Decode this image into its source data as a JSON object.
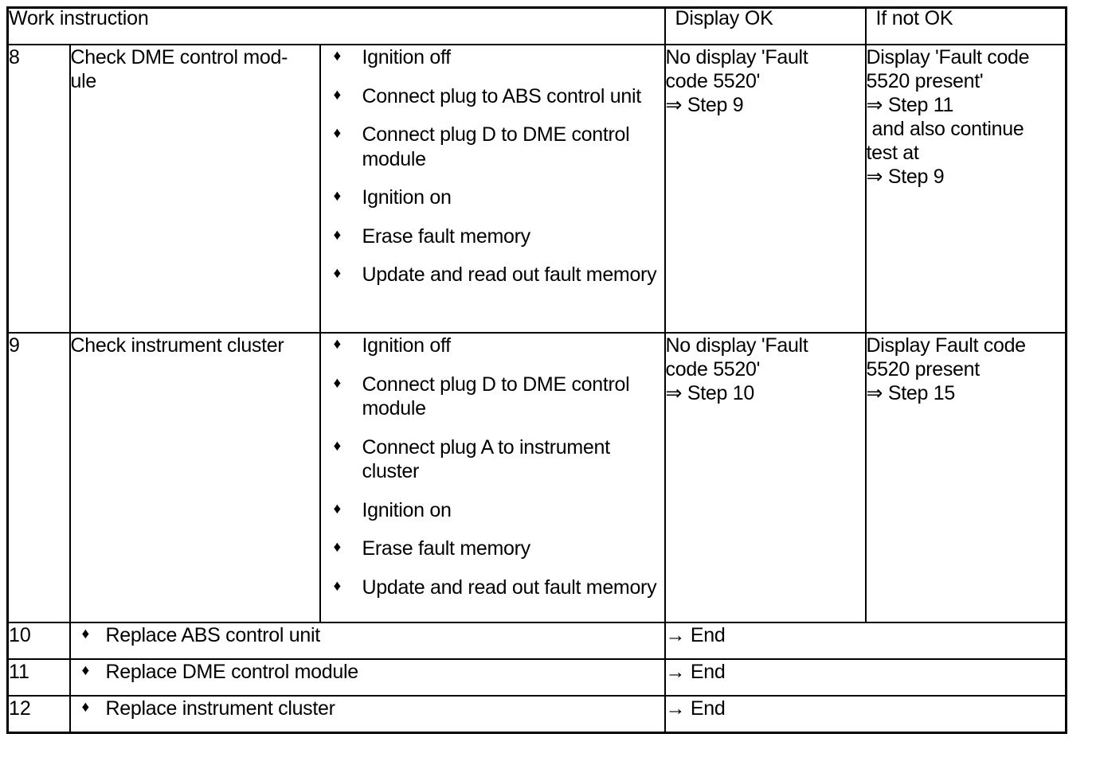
{
  "document": {
    "type": "work-instruction-table",
    "bullet_glyph": "♦",
    "double_arrow_glyph": "⇒",
    "single_arrow_glyph": "→",
    "border_color": "#000000",
    "background_color": "#ffffff"
  },
  "header": {
    "work_instruction": "Work instruction",
    "display_ok": "Display OK",
    "if_not_ok": "If not OK"
  },
  "rows": [
    {
      "number": "8",
      "title_line1": "Check DME control mod-",
      "title_line2": "ule",
      "steps": [
        "Ignition off",
        "Connect plug to ABS control unit",
        "Connect plug D to DME control module",
        "Ignition on",
        "Erase fault memory",
        "Update and read out fault memory"
      ],
      "display_ok": {
        "line1": "No display 'Fault",
        "line2": "code 5520'",
        "goto": "Step 9"
      },
      "if_not_ok": {
        "line1": "Display 'Fault code",
        "line2": "5520 present'",
        "goto1": "Step 11",
        "note1": "and also continue",
        "note2": "test at",
        "goto2": "Step 9"
      }
    },
    {
      "number": "9",
      "title_line1": "Check instrument cluster",
      "title_line2": "",
      "steps": [
        "Ignition off",
        "Connect plug D to DME control module",
        "Connect plug A to instrument cluster",
        "Ignition on",
        "Erase fault memory",
        "Update and read out fault memory"
      ],
      "display_ok": {
        "line1": "No display 'Fault",
        "line2": "code 5520'",
        "goto": "Step 10"
      },
      "if_not_ok": {
        "line1": "Display Fault code",
        "line2": "5520 present",
        "goto1": "Step 15"
      }
    }
  ],
  "flat_rows": [
    {
      "number": "10",
      "action": "Replace ABS control unit",
      "result": "End"
    },
    {
      "number": "11",
      "action": "Replace DME control module",
      "result": "End"
    },
    {
      "number": "12",
      "action": "Replace instrument cluster",
      "result": "End"
    }
  ]
}
